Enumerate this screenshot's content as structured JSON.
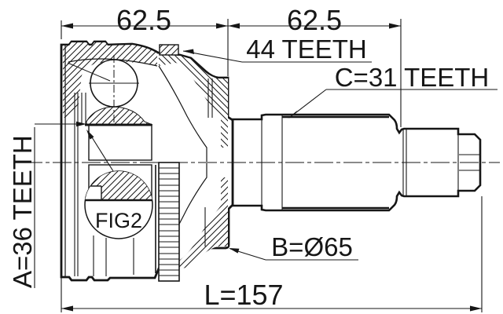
{
  "drawing": {
    "type": "technical-cross-section",
    "subject": "cv-joint-outer",
    "colors": {
      "line": "#161616",
      "background": "#ffffff"
    },
    "labels": {
      "dim_left": "62.5",
      "dim_right": "62.5",
      "abs_ring_teeth": "44 TEETH",
      "shaft_spline_teeth": "C=31 TEETH",
      "inner_spline_teeth": "A=36 TEETH",
      "body_diameter": "B=Ø65",
      "total_length": "L=157",
      "figure_ref": "FIG2"
    }
  }
}
